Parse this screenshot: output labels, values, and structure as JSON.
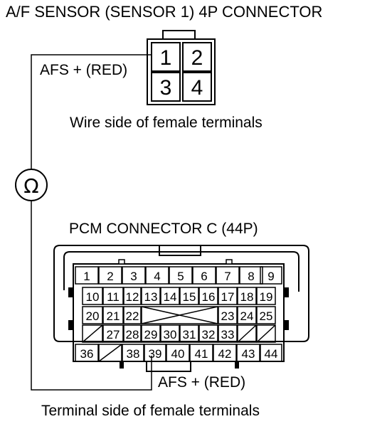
{
  "title": "A/F SENSOR (SENSOR 1) 4P CONNECTOR",
  "wire_side_caption": "Wire side of female terminals",
  "pcm_title": "PCM CONNECTOR C (44P)",
  "terminal_side_caption": "Terminal side of female terminals",
  "afs_label_top": "AFS + (RED)",
  "afs_label_bottom": "AFS + (RED)",
  "meter_symbol": "Ω",
  "meter_icon": "ohmmeter-icon",
  "sensor_pins": [
    "1",
    "2",
    "3",
    "4"
  ],
  "pcm_rows": [
    [
      "1",
      "2",
      "3",
      "4",
      "5",
      "6",
      "7",
      "8",
      "9"
    ],
    [
      "10",
      "11",
      "12",
      "13",
      "14",
      "15",
      "16",
      "17",
      "18",
      "19"
    ],
    [
      "20",
      "21",
      "22",
      "",
      "23",
      "24",
      "25"
    ],
    [
      "",
      "27",
      "28",
      "29",
      "30",
      "31",
      "32",
      "33",
      "",
      ""
    ],
    [
      "36",
      "",
      "38",
      "39",
      "40",
      "41",
      "42",
      "43",
      "44"
    ]
  ]
}
